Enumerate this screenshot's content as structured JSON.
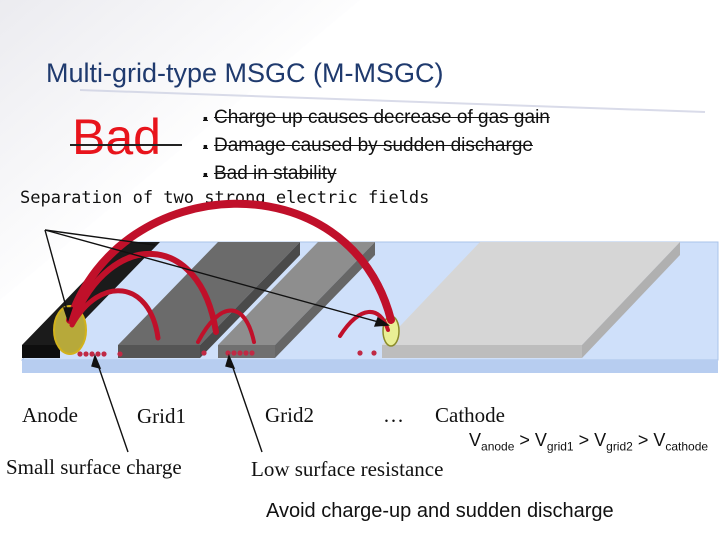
{
  "title": "Multi-grid-type MSGC (M-MSGC)",
  "bad_label": "Bad",
  "bullets": [
    "Charge up causes decrease of gas gain",
    "Damage caused by sudden discharge",
    "Bad in stability"
  ],
  "bullet_symbol": "▪",
  "separation_text": "Separation of two strong electric fields",
  "electrode_labels": {
    "anode": "Anode",
    "grid1": "Grid1",
    "grid2": "Grid2",
    "ellipsis": "…",
    "cathode": "Cathode"
  },
  "annotations": {
    "small_surface_charge": "Small surface charge",
    "low_surface_resistance": "Low surface resistance"
  },
  "voltage_relation": {
    "v": "V",
    "anode_sub": "anode",
    "grid1_sub": "grid1",
    "grid2_sub": "grid2",
    "cathode_sub": "cathode",
    "gt": " > "
  },
  "conclusion": "Avoid charge-up and sudden discharge",
  "colors": {
    "title": "#1f3a6e",
    "bad": "#e8141c",
    "substrate": "#cfe0fa",
    "anode": "#1b1b1b",
    "grid1": "#6a6a6a",
    "grid2": "#8c8c8c",
    "cathode": "#d6d6d6",
    "field_arc": "#c0102a",
    "charge": "#c02a45"
  }
}
